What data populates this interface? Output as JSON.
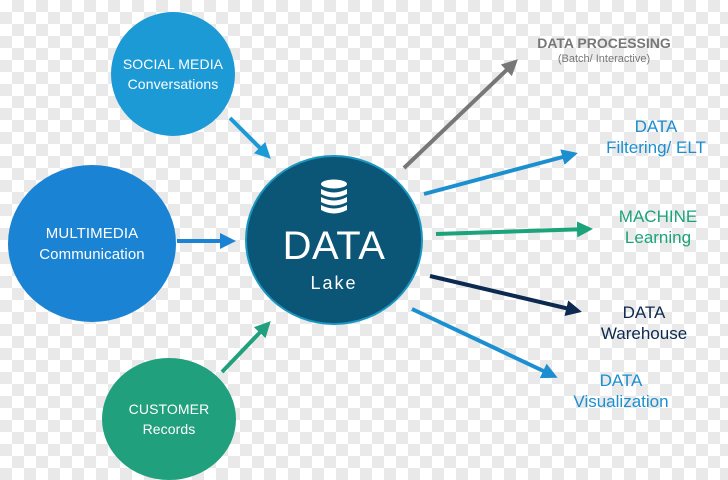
{
  "colors": {
    "social": "#1b9ad6",
    "multimedia": "#1b83d3",
    "customer": "#21a07e",
    "hub": "#0b5577",
    "processing": "#777777",
    "filtering": "#1b8fd0",
    "machine": "#1ba37a",
    "warehouse": "#0c2a4f",
    "visualization": "#1b8fd0",
    "source_arrow_social": "#1b9ad6",
    "source_arrow_multi": "#1b83d3",
    "source_arrow_customer": "#21a07e"
  },
  "hub": {
    "icon": "database-icon",
    "title": "DATA",
    "subtitle": "Lake"
  },
  "sources": {
    "social": {
      "line1": "SOCIAL MEDIA",
      "line2": "Conversations"
    },
    "multimedia": {
      "line1": "MULTIMEDIA",
      "line2": "Communication"
    },
    "customer": {
      "line1": "CUSTOMER",
      "line2": "Records"
    }
  },
  "destinations": {
    "processing": {
      "line1": "DATA PROCESSING",
      "line2": "(Batch/ Interactive)"
    },
    "filtering": {
      "line1": "DATA",
      "line2": "Filtering/ ELT"
    },
    "machine": {
      "line1": "MACHINE",
      "line2": "Learning"
    },
    "warehouse": {
      "line1": "DATA",
      "line2": "Warehouse"
    },
    "visualization": {
      "line1": "DATA",
      "line2": "Visualization"
    }
  }
}
